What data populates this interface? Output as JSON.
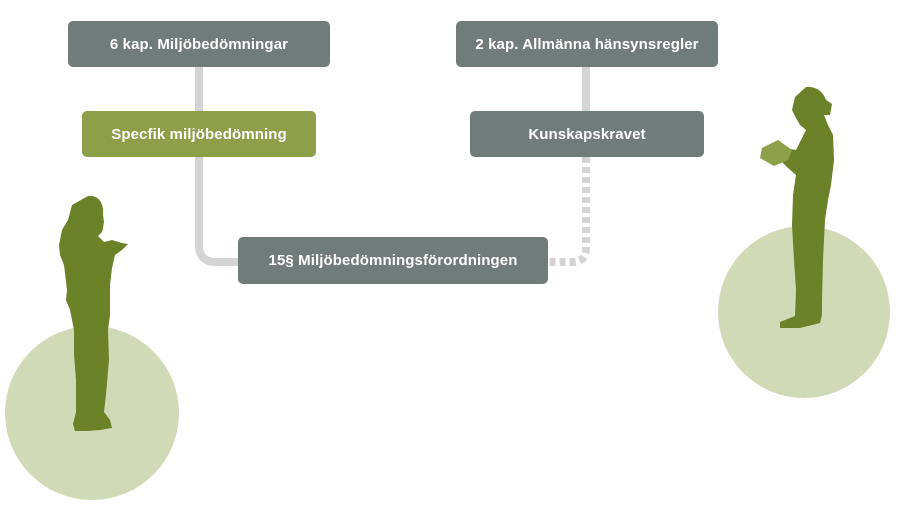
{
  "diagram": {
    "nodes": [
      {
        "id": "kap6",
        "label": "6 kap. Miljöbedömningar",
        "color": "#6f7c7a"
      },
      {
        "id": "specifik",
        "label": "Specfik miljöbedömning",
        "color": "#8d9f48"
      },
      {
        "id": "kap2",
        "label": "2 kap. Allmänna hänsynsregler",
        "color": "#6f7c7a"
      },
      {
        "id": "kunskap",
        "label": "Kunskapskravet",
        "color": "#6f7c7a"
      },
      {
        "id": "forordning",
        "label": "15§ Miljöbedömningsförordningen",
        "color": "#6f7c7a"
      }
    ],
    "edges": [
      {
        "from": "kap6",
        "to": "specifik",
        "style": "solid"
      },
      {
        "from": "specifik",
        "to": "forordning",
        "style": "solid"
      },
      {
        "from": "kap2",
        "to": "kunskap",
        "style": "solid"
      },
      {
        "from": "kunskap",
        "to": "forordning",
        "style": "dashed"
      }
    ],
    "connector_color": "#d4d4d4",
    "figures": [
      {
        "id": "person-left",
        "description": "woman looking at phone",
        "color": "#6b8229",
        "circle_color": "#d1dab7"
      },
      {
        "id": "person-right",
        "description": "woman reading book",
        "color": "#6b8229",
        "circle_color": "#d1dab7"
      }
    ]
  }
}
